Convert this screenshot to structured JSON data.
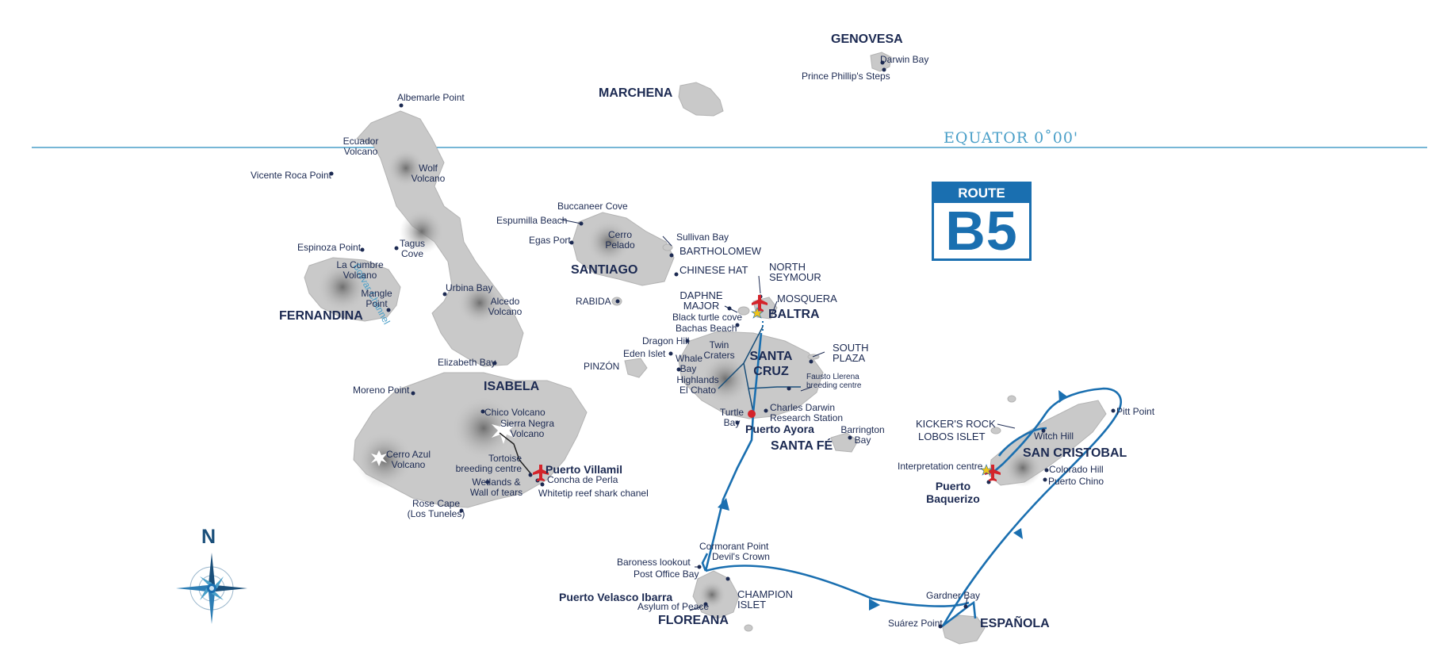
{
  "route": {
    "header": "ROUTE",
    "code": "B5"
  },
  "equator_label": "EQUATOR   0˚00'",
  "channel_label": "Bolivar Channel",
  "north_label": "N",
  "colors": {
    "land": "#c9c9c9",
    "route": "#1a6fb0",
    "text": "#1c2a52",
    "equator": "#4a9fc8",
    "airport": "#d4242b",
    "start_star": "#f2c318"
  },
  "islands": {
    "genovesa": "GENOVESA",
    "marchena": "MARCHENA",
    "santiago": "SANTIAGO",
    "fernandina": "FERNANDINA",
    "isabela": "ISABELA",
    "santa_cruz": "SANTA CRUZ",
    "baltra": "BALTRA",
    "santa_fe": "SANTA FÉ",
    "san_cristobal": "SAN CRISTOBAL",
    "floreana": "FLOREANA",
    "espanola": "ESPAÑOLA",
    "rabida": "RABIDA",
    "pinzon": "PINZÓN"
  },
  "sites": {
    "darwin_bay": "Darwin Bay",
    "prince_phillip": "Prince Phillip's Steps",
    "albemarle": "Albemarle Point",
    "ecuador_volcano": "Ecuador Volcano",
    "wolf_volcano": "Wolf Volcano",
    "vicente_roca": "Vicente Roca Point",
    "espinoza": "Espinoza Point",
    "la_cumbre": "La Cumbre Volcano",
    "tagus": "Tagus Cove",
    "mangle": "Mangle Point",
    "urbina": "Urbina Bay",
    "alcedo": "Alcedo Volcano",
    "elizabeth": "Elizabeth Bay",
    "moreno": "Moreno Point",
    "chico": "Chico Volcano",
    "sierra_negra": "Sierra Negra Volcano",
    "cerro_azul": "Cerro Azul Volcano",
    "tortoise": "Tortoise breeding centre",
    "puerto_villamil": "Puerto Villamil",
    "concha": "Concha de Perla",
    "wetlands": "Wetlands & Wall of tears",
    "whitetip": "Whitetip reef shark chanel",
    "rose_cape": "Rose Cape (Los Tuneles)",
    "buccaneer": "Buccaneer Cove",
    "espumilla": "Espumilla Beach",
    "egas": "Egas Port",
    "cerro_pelado": "Cerro Pelado",
    "sullivan": "Sullivan Bay",
    "bartholomew": "BARTHOLOMEW",
    "chinese_hat": "CHINESE HAT",
    "north_seymour": "NORTH SEYMOUR",
    "daphne": "DAPHNE MAJOR",
    "mosquera": "MOSQUERA",
    "black_turtle": "Black turtle cove",
    "bachas": "Bachas Beach",
    "dragon_hill": "Dragon Hill",
    "eden": "Eden Islet",
    "whale_bay": "Whale Bay",
    "twin_craters": "Twin Craters",
    "highlands": "Highlands El Chato",
    "south_plaza": "SOUTH PLAZA",
    "fausto": "Fausto Llerena breeding centre",
    "turtle_bay": "Turtle Bay",
    "charles_darwin": "Charles Darwin Research Station",
    "puerto_ayora": "Puerto Ayora",
    "barrington": "Barrington Bay",
    "pitt": "Pitt Point",
    "kickers": "KICKER'S ROCK",
    "lobos": "LOBOS ISLET",
    "witch_hill": "Witch Hill",
    "interpretation": "Interpretation centre",
    "puerto_baquerizo": "Puerto Baquerizo",
    "colorado": "Colorado Hill",
    "puerto_chino": "Puerto Chino",
    "cormorant": "Cormorant Point",
    "devils_crown": "Devil's Crown",
    "baroness": "Baroness lookout",
    "post_office": "Post Office Bay",
    "puerto_velasco": "Puerto Velasco Ibarra",
    "asylum": "Asylum of Peace",
    "champion": "CHAMPION ISLET",
    "gardner": "Gardner Bay",
    "suarez": "Suárez Point"
  }
}
